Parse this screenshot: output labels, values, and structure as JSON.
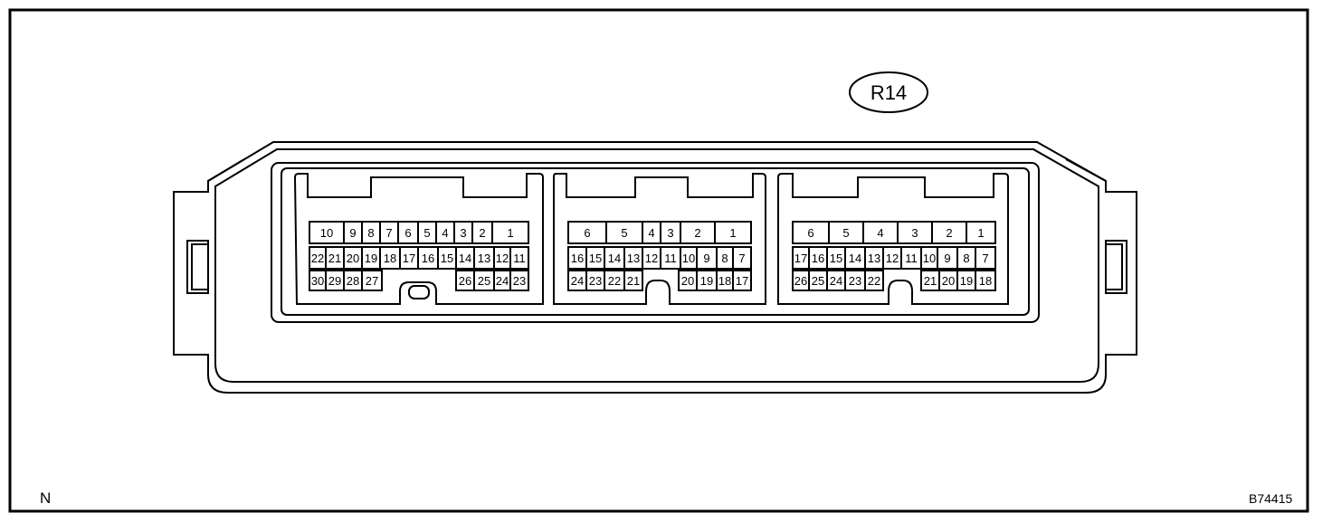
{
  "connector_label": "R14",
  "corner_label": "N",
  "figure_code": "B74415",
  "colors": {
    "stroke": "#000000",
    "background": "#ffffff"
  },
  "blocks": [
    {
      "name": "block-left",
      "rows": [
        [
          "10",
          "9",
          "8",
          "7",
          "6",
          "5",
          "4",
          "3",
          "2",
          "1"
        ],
        [
          "22",
          "21",
          "20",
          "19",
          "18",
          "17",
          "16",
          "15",
          "14",
          "13",
          "12",
          "11"
        ],
        [
          "30",
          "29",
          "28",
          "27",
          "26",
          "25",
          "24",
          "23"
        ]
      ]
    },
    {
      "name": "block-middle",
      "rows": [
        [
          "6",
          "5",
          "4",
          "3",
          "2",
          "1"
        ],
        [
          "16",
          "15",
          "14",
          "13",
          "12",
          "11",
          "10",
          "9",
          "8",
          "7"
        ],
        [
          "24",
          "23",
          "22",
          "21",
          "20",
          "19",
          "18",
          "17"
        ]
      ]
    },
    {
      "name": "block-right",
      "rows": [
        [
          "6",
          "5",
          "4",
          "3",
          "2",
          "1"
        ],
        [
          "17",
          "16",
          "15",
          "14",
          "13",
          "12",
          "11",
          "10",
          "9",
          "8",
          "7"
        ],
        [
          "26",
          "25",
          "24",
          "23",
          "22",
          "21",
          "20",
          "19",
          "18"
        ]
      ]
    }
  ]
}
